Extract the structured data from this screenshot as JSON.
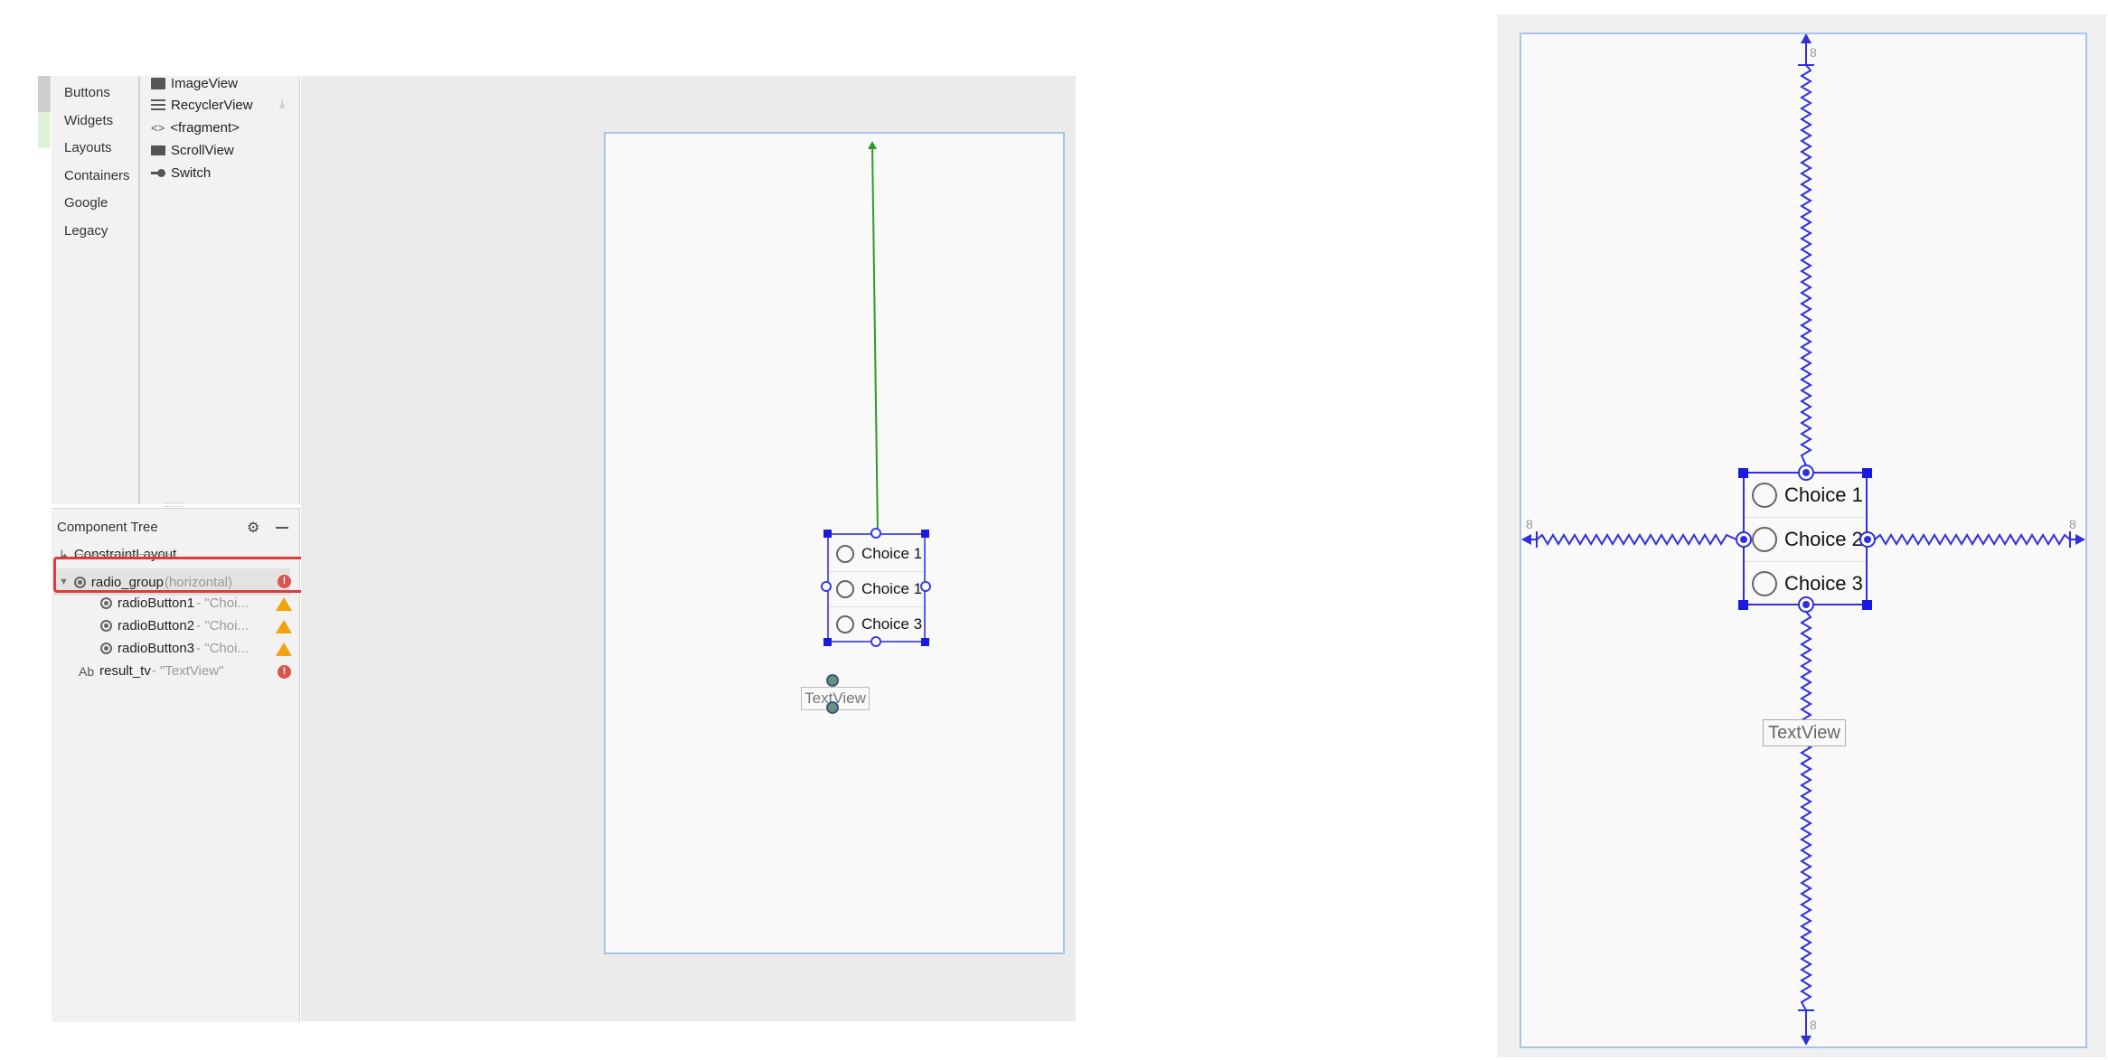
{
  "palette": {
    "categories": [
      "Buttons",
      "Widgets",
      "Layouts",
      "Containers",
      "Google",
      "Legacy"
    ],
    "items": [
      {
        "label": "ImageView",
        "icon": "image-icon"
      },
      {
        "label": "RecyclerView",
        "icon": "list-icon"
      },
      {
        "label": "<fragment>",
        "icon": "code-icon"
      },
      {
        "label": "ScrollView",
        "icon": "scroll-icon"
      },
      {
        "label": "Switch",
        "icon": "switch-icon"
      }
    ]
  },
  "component_tree": {
    "title": "Component Tree",
    "root": "ConstraintLayout",
    "radio_group": {
      "name": "radio_group",
      "orientation": "(horizontal)"
    },
    "buttons": [
      {
        "name": "radioButton1",
        "text": "- \"Choi..."
      },
      {
        "name": "radioButton2",
        "text": "- \"Choi..."
      },
      {
        "name": "radioButton3",
        "text": "- \"Choi..."
      }
    ],
    "textview": {
      "prefix": "Ab",
      "name": "result_tv",
      "text": "- \"TextView\""
    }
  },
  "blueprint": {
    "choices": [
      "Choice 1",
      "Choice 1",
      "Choice 3"
    ],
    "textview_label": "TextView"
  },
  "design": {
    "choices": [
      "Choice 1",
      "Choice 2",
      "Choice 3"
    ],
    "textview_label": "TextView",
    "margin_top": "8",
    "margin_bottom": "8",
    "margin_left": "8",
    "margin_right": "8"
  },
  "colors": {
    "constraint_blue": "#2f2fe0",
    "constraint_green": "#2e9a2e",
    "highlight_red": "#e53935",
    "warning": "#f0a30a",
    "error": "#d9534f"
  }
}
